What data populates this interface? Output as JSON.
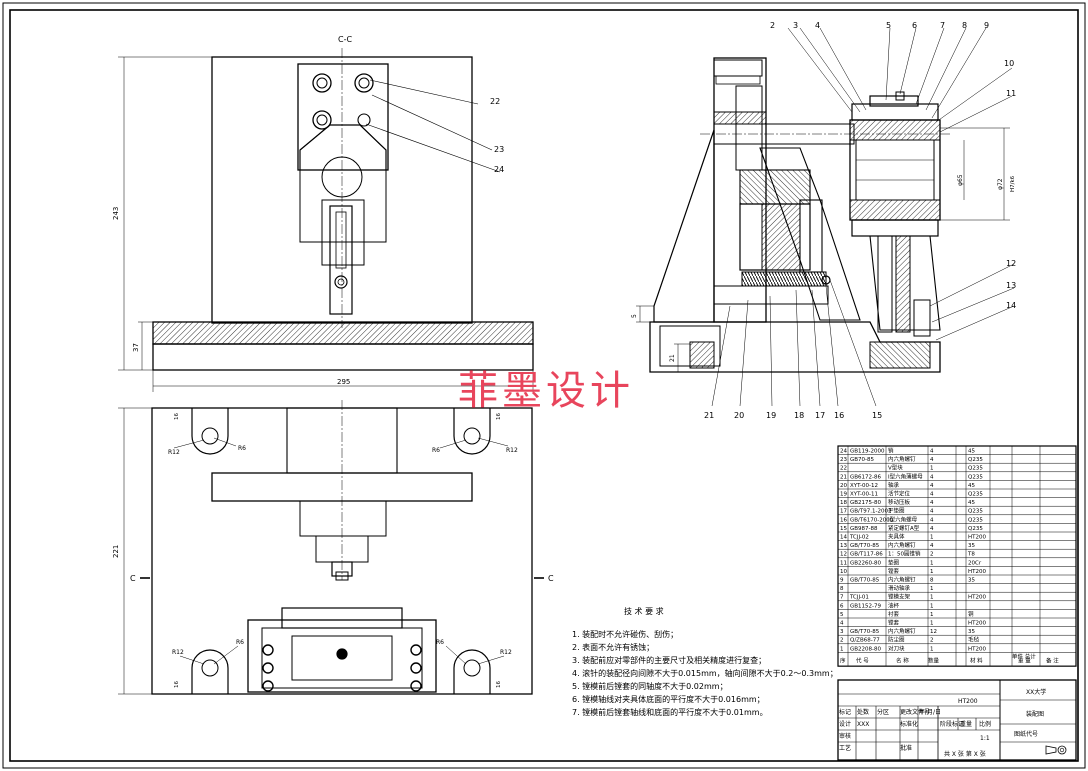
{
  "drawing": {
    "section_label": "C-C",
    "section_mark": "C",
    "watermark": "菲墨设计",
    "dimensions": {
      "height_total": "243",
      "base_thickness": "37",
      "width_total": "295",
      "plan_depth": "221",
      "side_base": "21",
      "side_small": "5",
      "radius_r12": "R12",
      "radius_r6": "R6",
      "slot_width": "16",
      "dia_1": "φ65",
      "dia_2": "φ72",
      "dia_2_tol": "H7/k6"
    },
    "front_labels": [
      "22",
      "23",
      "24"
    ],
    "side_labels_top": [
      "2",
      "3",
      "4",
      "5",
      "6",
      "7",
      "8",
      "9",
      "10",
      "11"
    ],
    "side_labels_right": [
      "12",
      "13",
      "14"
    ],
    "side_labels_bottom": [
      "21",
      "20",
      "19",
      "18",
      "17",
      "16",
      "15"
    ]
  },
  "tech_req": {
    "title": "技 术 要 求",
    "items": [
      "1. 装配时不允许碰伤、刮伤；",
      "2. 表面不允许有锈蚀；",
      "3. 装配前应对零部件的主要尺寸及相关精度进行复查；",
      "4. 滚针的装配径向间隙不大于0.015mm，轴向间隙不大于0.2～0.3mm；",
      "5. 镗模前后镗套的同轴度不大于0.02mm；",
      "6. 镗模轴线对夹具体底面的平行度不大于0.016mm；",
      "7. 镗模前后镗套轴线和底面的平行度不大于0.01mm。"
    ]
  },
  "bom": {
    "rows": [
      {
        "no": "24",
        "code": "GB119-2000",
        "name": "销",
        "qty": "4",
        "mat": "45"
      },
      {
        "no": "23",
        "code": "GB70-85",
        "name": "内六角螺钉",
        "qty": "4",
        "mat": "Q235"
      },
      {
        "no": "22",
        "code": "",
        "name": "V型块",
        "qty": "1",
        "mat": "Q235"
      },
      {
        "no": "21",
        "code": "GB6172-86",
        "name": "I型六角薄螺母",
        "qty": "4",
        "mat": "Q235"
      },
      {
        "no": "20",
        "code": "XYT-00-12",
        "name": "轴承",
        "qty": "4",
        "mat": "45"
      },
      {
        "no": "19",
        "code": "XYT-00-11",
        "name": "活节定位",
        "qty": "4",
        "mat": "Q235"
      },
      {
        "no": "18",
        "code": "GB2175-80",
        "name": "移动压板",
        "qty": "4",
        "mat": "45"
      },
      {
        "no": "17",
        "code": "GB/T97.1-2002",
        "name": "平垫圈",
        "qty": "4",
        "mat": "Q235"
      },
      {
        "no": "16",
        "code": "GB/T6170-2000",
        "name": "I型六角螺母",
        "qty": "4",
        "mat": "Q235"
      },
      {
        "no": "15",
        "code": "GB987-88",
        "name": "紧定螺钉A型",
        "qty": "4",
        "mat": "Q235"
      },
      {
        "no": "14",
        "code": "TCJJ-02",
        "name": "夹具体",
        "qty": "1",
        "mat": "HT200"
      },
      {
        "no": "13",
        "code": "GB/T70-85",
        "name": "内六角螺钉",
        "qty": "4",
        "mat": "35"
      },
      {
        "no": "12",
        "code": "GB/T117-86",
        "name": "1：50圆锥销",
        "qty": "2",
        "mat": "T8"
      },
      {
        "no": "11",
        "code": "GB2260-80",
        "name": "垫圈",
        "qty": "1",
        "mat": "20Cr"
      },
      {
        "no": "10",
        "code": "",
        "name": "镗套",
        "qty": "1",
        "mat": "HT200"
      },
      {
        "no": "9",
        "code": "GB/T70-85",
        "name": "内六角螺钉",
        "qty": "8",
        "mat": "35"
      },
      {
        "no": "8",
        "code": "",
        "name": "滑动轴承",
        "qty": "1",
        "mat": ""
      },
      {
        "no": "7",
        "code": "TCJJ-01",
        "name": "镗模支架",
        "qty": "1",
        "mat": "HT200"
      },
      {
        "no": "6",
        "code": "GB1152-79",
        "name": "油杯",
        "qty": "1",
        "mat": ""
      },
      {
        "no": "5",
        "code": "",
        "name": "衬套",
        "qty": "1",
        "mat": "铜"
      },
      {
        "no": "4",
        "code": "",
        "name": "镗套",
        "qty": "1",
        "mat": "HT200"
      },
      {
        "no": "3",
        "code": "GB/T70-85",
        "name": "内六角螺钉",
        "qty": "12",
        "mat": "35"
      },
      {
        "no": "2",
        "code": "Q/ZB68-77",
        "name": "防尘圈",
        "qty": "2",
        "mat": "毛毡"
      },
      {
        "no": "1",
        "code": "GB2208-80",
        "name": "对刀块",
        "qty": "1",
        "mat": "HT200"
      }
    ],
    "header": {
      "no": "序",
      "code": "代 号",
      "name": "名 称",
      "qty": "数量",
      "mat": "材 料",
      "unit_wt": "单件 总计",
      "weight": "重 量",
      "remark": "备 注"
    }
  },
  "title_block": {
    "material": "HT200",
    "school": "XX大学",
    "drawing_name": "装配图",
    "scale": "1:1",
    "sheet": "共 X 张  第 X 张",
    "drawing_no_label": "图纸代号",
    "labels": {
      "mark": "标记",
      "count": "处数",
      "zone": "分区",
      "change_doc": "更改文件号",
      "sign": "签名",
      "date": "年/月/日",
      "design": "设计",
      "designer": "XXX",
      "std": "标准化",
      "stage": "阶段标记",
      "weight": "重量",
      "scale_lbl": "比例",
      "review": "审核",
      "process": "工艺",
      "approve": "批准"
    }
  }
}
